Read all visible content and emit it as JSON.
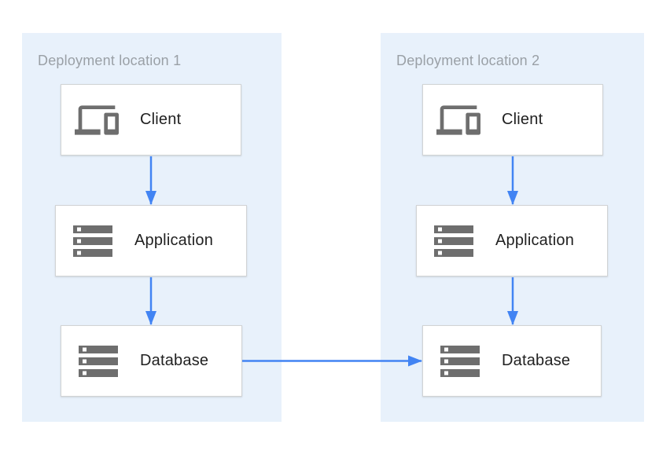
{
  "diagram": {
    "groups": [
      {
        "id": "deployment-location-1",
        "title": "Deployment location 1",
        "nodes": [
          {
            "id": "client-1",
            "label": "Client",
            "icon": "devices-icon"
          },
          {
            "id": "application-1",
            "label": "Application",
            "icon": "server-stack-icon"
          },
          {
            "id": "database-1",
            "label": "Database",
            "icon": "server-stack-icon"
          }
        ]
      },
      {
        "id": "deployment-location-2",
        "title": "Deployment location 2",
        "nodes": [
          {
            "id": "client-2",
            "label": "Client",
            "icon": "devices-icon"
          },
          {
            "id": "application-2",
            "label": "Application",
            "icon": "server-stack-icon"
          },
          {
            "id": "database-2",
            "label": "Database",
            "icon": "server-stack-icon"
          }
        ]
      }
    ],
    "connections": [
      {
        "from": "client-1",
        "to": "application-1",
        "direction": "down"
      },
      {
        "from": "application-1",
        "to": "database-1",
        "direction": "down"
      },
      {
        "from": "client-2",
        "to": "application-2",
        "direction": "down"
      },
      {
        "from": "application-2",
        "to": "database-2",
        "direction": "down"
      },
      {
        "from": "database-1",
        "to": "database-2",
        "direction": "right"
      }
    ],
    "colors": {
      "arrow": "#4284F3",
      "group_background": "#E8F1FB",
      "group_title_text": "#9AA0A6",
      "node_background": "#FFFFFF",
      "node_border": "#D1D3D4",
      "node_label_text": "#212121",
      "icon": "#6E6E6E"
    }
  }
}
